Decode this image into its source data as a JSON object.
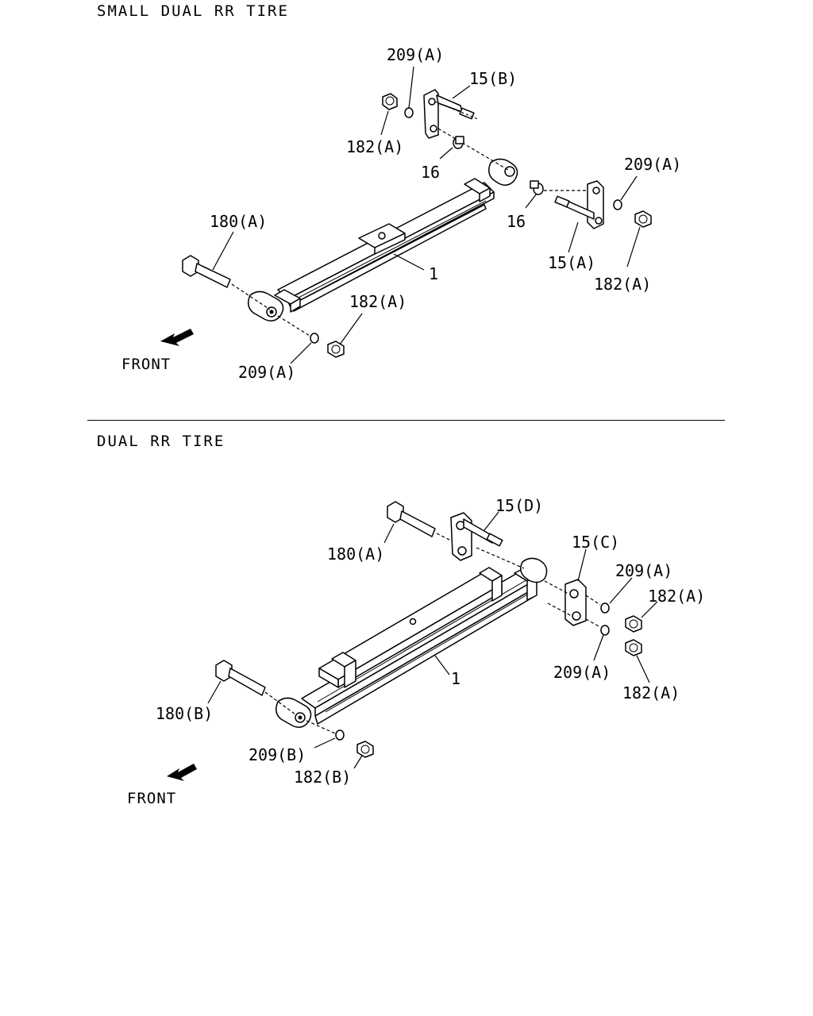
{
  "sections": [
    {
      "title": "SMALL DUAL RR TIRE",
      "front_label": "FRONT",
      "callouts": [
        "209(A)",
        "15(B)",
        "182(A)",
        "16",
        "209(A)",
        "16",
        "180(A)",
        "1",
        "15(A)",
        "182(A)",
        "182(A)",
        "209(A)"
      ]
    },
    {
      "title": "DUAL RR TIRE",
      "front_label": "FRONT",
      "callouts": [
        "15(D)",
        "180(A)",
        "15(C)",
        "209(A)",
        "182(A)",
        "1",
        "209(A)",
        "182(A)",
        "180(B)",
        "209(B)",
        "182(B)"
      ]
    }
  ]
}
